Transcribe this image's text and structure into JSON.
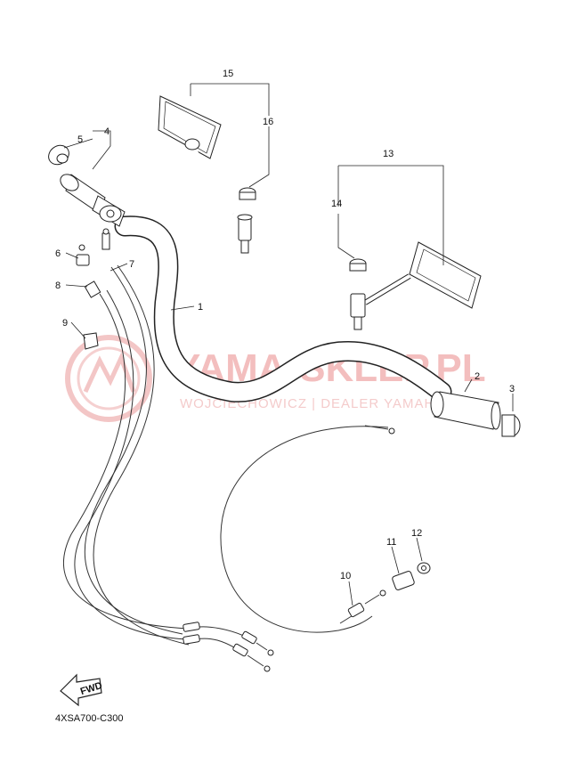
{
  "diagram": {
    "drawing_code": "4XSA700-C300",
    "fwd_label": "FWD",
    "watermark": {
      "title": "YAMA-SKLEP.PL",
      "subtitle": "WOJCIECHOWICZ | DEALER YAMAHA"
    },
    "callouts": [
      {
        "id": "1",
        "label": "1"
      },
      {
        "id": "2",
        "label": "2"
      },
      {
        "id": "3",
        "label": "3"
      },
      {
        "id": "4",
        "label": "4"
      },
      {
        "id": "5",
        "label": "5"
      },
      {
        "id": "6",
        "label": "6"
      },
      {
        "id": "7",
        "label": "7"
      },
      {
        "id": "8",
        "label": "8"
      },
      {
        "id": "9",
        "label": "9"
      },
      {
        "id": "10",
        "label": "10"
      },
      {
        "id": "11",
        "label": "11"
      },
      {
        "id": "12",
        "label": "12"
      },
      {
        "id": "13",
        "label": "13"
      },
      {
        "id": "14",
        "label": "14"
      },
      {
        "id": "15",
        "label": "15"
      },
      {
        "id": "16",
        "label": "16"
      }
    ]
  }
}
